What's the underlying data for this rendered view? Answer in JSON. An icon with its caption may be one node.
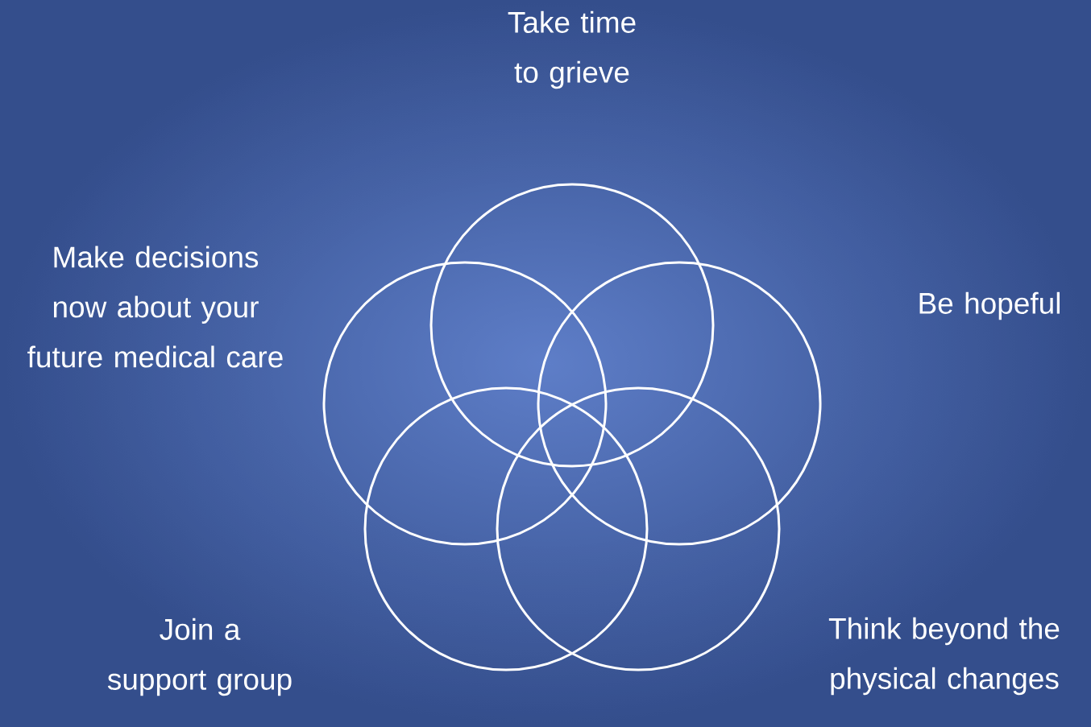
{
  "diagram": {
    "nodes": [
      {
        "text": [],
        "shape": "circle",
        "beside": [
          "Take time to grieve"
        ]
      },
      {
        "text": [],
        "shape": "circle",
        "beside": [
          "Be hopeful"
        ]
      },
      {
        "text": [],
        "shape": "circle",
        "beside": [
          "Think beyond the physical changes"
        ]
      },
      {
        "text": [],
        "shape": "circle",
        "beside": [
          "Join a support group"
        ]
      },
      {
        "text": [],
        "shape": "circle",
        "beside": [
          "Make decisions now about your future medical care"
        ]
      }
    ]
  }
}
